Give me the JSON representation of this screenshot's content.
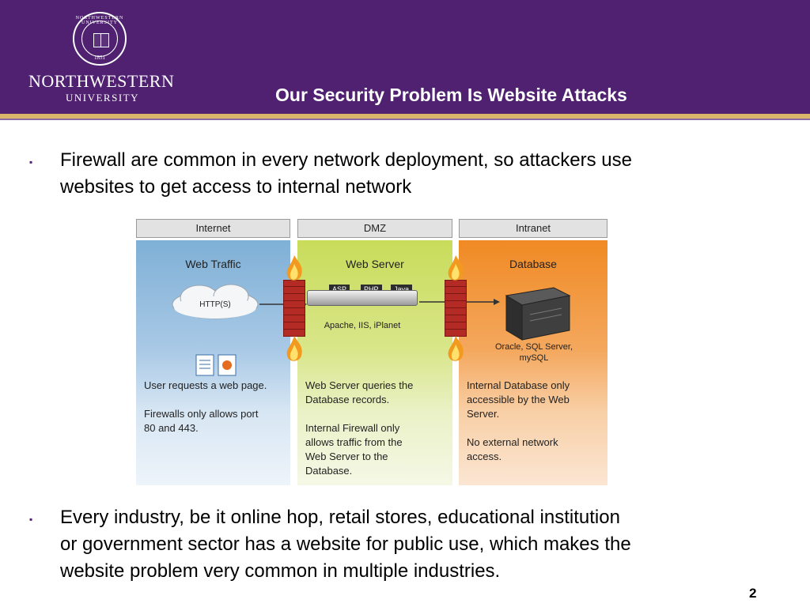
{
  "header": {
    "logo_name": "NORTHWESTERN",
    "logo_sub": "UNIVERSITY",
    "seal_text": "NORTHWESTERN UNIVERSITY",
    "seal_year": "1851",
    "title": "Our Security Problem Is Website Attacks",
    "bg_color": "#4f2170",
    "stripe_color": "#d9b56a"
  },
  "bullets": [
    {
      "lines": [
        "Firewall are common in every network deployment, so attackers use",
        "websites to get access to internal network"
      ]
    },
    {
      "lines": [
        "Every industry, be it online hop, retail stores, educational institution",
        "or government sector has a website for public use, which makes the",
        "website problem very common in multiple industries."
      ]
    }
  ],
  "diagram": {
    "zones": [
      {
        "header": "Internet",
        "title": "Web Traffic",
        "color": "#7fb0d6",
        "text": [
          "User requests a web page.",
          "",
          "Firewalls only allows port",
          "80 and 443."
        ]
      },
      {
        "header": "DMZ",
        "title": "Web Server",
        "color": "#c9dc5a",
        "text": [
          "Web Server queries the",
          "Database records.",
          "",
          "Internal Firewall only",
          "allows traffic from the",
          "Web Server to the",
          "Database."
        ]
      },
      {
        "header": "Intranet",
        "title": "Database",
        "color": "#f08a24",
        "text": [
          "Internal Database only",
          "accessible by the Web",
          "Server.",
          "",
          "No external network",
          "access."
        ]
      }
    ],
    "cloud_label": "HTTP(S)",
    "server_tags": [
      "ASP",
      "PHP",
      "Java"
    ],
    "server_caption": "Apache, IIS, iPlanet",
    "db_caption": [
      "Oracle, SQL Server,",
      "mySQL"
    ]
  },
  "page_number": "2"
}
